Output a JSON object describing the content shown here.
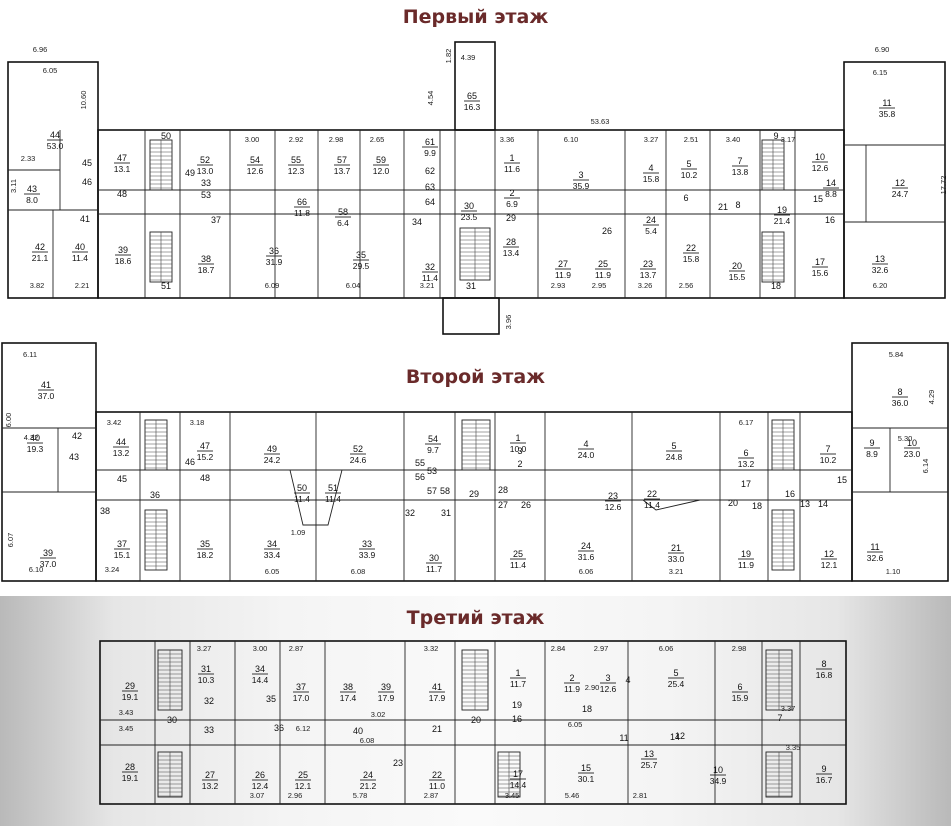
{
  "floor_titles": {
    "first": "Первый этаж",
    "second": "Второй этаж",
    "third": "Третий этаж"
  },
  "floors": [
    {
      "key": "first",
      "rooms": [
        {
          "id": "65",
          "area": "16.3"
        },
        {
          "id": "44",
          "area": "53.0"
        },
        {
          "id": "47",
          "area": "13.1"
        },
        {
          "id": "52",
          "area": "13.0"
        },
        {
          "id": "54",
          "area": "12.6"
        },
        {
          "id": "55",
          "area": "12.3"
        },
        {
          "id": "57",
          "area": "13.7"
        },
        {
          "id": "59",
          "area": "12.0"
        },
        {
          "id": "61",
          "area": "9.9"
        },
        {
          "id": "1",
          "area": "11.6"
        },
        {
          "id": "3",
          "area": "35.9"
        },
        {
          "id": "4",
          "area": "15.8"
        },
        {
          "id": "5",
          "area": "10.2"
        },
        {
          "id": "7",
          "area": "13.8"
        },
        {
          "id": "10",
          "area": "12.6"
        },
        {
          "id": "11",
          "area": "35.8"
        },
        {
          "id": "12",
          "area": "24.7"
        },
        {
          "id": "42",
          "area": "21.1"
        },
        {
          "id": "40",
          "area": "11.4"
        },
        {
          "id": "39",
          "area": "18.6"
        },
        {
          "id": "38",
          "area": "18.7"
        },
        {
          "id": "36",
          "area": "31.9"
        },
        {
          "id": "35",
          "area": "29.5"
        },
        {
          "id": "32",
          "area": "11.4"
        },
        {
          "id": "30",
          "area": "23.5"
        },
        {
          "id": "28",
          "area": "13.4"
        },
        {
          "id": "27",
          "area": "11.9"
        },
        {
          "id": "25",
          "area": "11.9"
        },
        {
          "id": "23",
          "area": "13.7"
        },
        {
          "id": "22",
          "area": "15.8"
        },
        {
          "id": "20",
          "area": "15.5"
        },
        {
          "id": "17",
          "area": "15.6"
        },
        {
          "id": "13",
          "area": "32.6"
        },
        {
          "id": "66",
          "area": "11.8"
        },
        {
          "id": "19",
          "area": "21.4"
        },
        {
          "id": "43",
          "area": "8.0"
        },
        {
          "id": "58",
          "area": "6.4"
        },
        {
          "id": "2",
          "area": "6.9"
        },
        {
          "id": "24",
          "area": "5.4"
        },
        {
          "id": "14",
          "area": "8.8"
        }
      ],
      "dims": [
        "6.96",
        "6.05",
        "10.60",
        "3.11",
        "2.33",
        "53.63",
        "6.90",
        "6.15",
        "17.72",
        "4.39",
        "4.54",
        "1.82",
        "3.82",
        "2.21",
        "6.09",
        "6.04",
        "3.21",
        "2.93",
        "2.95",
        "3.26",
        "2.56",
        "6.20",
        "3.96",
        "3.00",
        "2.92",
        "2.98",
        "2.65",
        "3.36",
        "6.10",
        "3.27",
        "2.51",
        "3.40",
        "3.17"
      ],
      "minor_labels": [
        "50",
        "51",
        "53",
        "37",
        "34",
        "64",
        "62",
        "63",
        "26",
        "8",
        "6",
        "9",
        "21",
        "18",
        "15",
        "16",
        "31",
        "45",
        "46",
        "49",
        "41",
        "29",
        "33",
        "48"
      ]
    },
    {
      "key": "second",
      "rooms": [
        {
          "id": "41",
          "area": "37.0"
        },
        {
          "id": "40",
          "area": "19.3"
        },
        {
          "id": "39",
          "area": "37.0"
        },
        {
          "id": "44",
          "area": "13.2"
        },
        {
          "id": "47",
          "area": "15.2"
        },
        {
          "id": "49",
          "area": "24.2"
        },
        {
          "id": "52",
          "area": "24.6"
        },
        {
          "id": "1",
          "area": "10.0"
        },
        {
          "id": "4",
          "area": "24.0"
        },
        {
          "id": "5",
          "area": "24.8"
        },
        {
          "id": "6",
          "area": "13.2"
        },
        {
          "id": "7",
          "area": "10.2"
        },
        {
          "id": "8",
          "area": "36.0"
        },
        {
          "id": "9",
          "area": "8.9"
        },
        {
          "id": "10",
          "area": "23.0"
        },
        {
          "id": "11",
          "area": "32.6"
        },
        {
          "id": "12",
          "area": "12.1"
        },
        {
          "id": "19",
          "area": "11.9"
        },
        {
          "id": "21",
          "area": "33.0"
        },
        {
          "id": "22",
          "area": "11.4"
        },
        {
          "id": "23",
          "area": "12.6"
        },
        {
          "id": "24",
          "area": "31.6"
        },
        {
          "id": "25",
          "area": "11.4"
        },
        {
          "id": "30",
          "area": "11.7"
        },
        {
          "id": "33",
          "area": "33.9"
        },
        {
          "id": "34",
          "area": "33.4"
        },
        {
          "id": "35",
          "area": "18.2"
        },
        {
          "id": "37",
          "area": "15.1"
        },
        {
          "id": "50",
          "area": "11.4"
        },
        {
          "id": "51",
          "area": "11.4"
        },
        {
          "id": "54",
          "area": "9.7"
        }
      ],
      "dims": [
        "6.11",
        "6.00",
        "4.32",
        "6.07",
        "6.10",
        "3.42",
        "3.24",
        "3.18",
        "6.05",
        "6.08",
        "6.06",
        "3.21",
        "6.17",
        "5.84",
        "4.29",
        "5.30",
        "6.14",
        "1.10",
        "1.09"
      ],
      "minor_labels": [
        "42",
        "43",
        "45",
        "36",
        "46",
        "48",
        "38",
        "53",
        "55",
        "56",
        "57",
        "58",
        "32",
        "31",
        "29",
        "28",
        "26",
        "27",
        "2",
        "3",
        "17",
        "20",
        "18",
        "16",
        "13",
        "14",
        "15"
      ]
    },
    {
      "key": "third",
      "rooms": [
        {
          "id": "29",
          "area": "19.1"
        },
        {
          "id": "28",
          "area": "19.1"
        },
        {
          "id": "31",
          "area": "10.3"
        },
        {
          "id": "34",
          "area": "14.4"
        },
        {
          "id": "37",
          "area": "17.0"
        },
        {
          "id": "38",
          "area": "17.4"
        },
        {
          "id": "39",
          "area": "17.9"
        },
        {
          "id": "41",
          "area": "17.9"
        },
        {
          "id": "1",
          "area": "11.7"
        },
        {
          "id": "2",
          "area": "11.9"
        },
        {
          "id": "3",
          "area": "12.6"
        },
        {
          "id": "5",
          "area": "25.4"
        },
        {
          "id": "6",
          "area": "15.9"
        },
        {
          "id": "8",
          "area": "16.8"
        },
        {
          "id": "9",
          "area": "16.7"
        },
        {
          "id": "10",
          "area": "34.9"
        },
        {
          "id": "13",
          "area": "25.7"
        },
        {
          "id": "15",
          "area": "30.1"
        },
        {
          "id": "17",
          "area": "14.4"
        },
        {
          "id": "22",
          "area": "11.0"
        },
        {
          "id": "24",
          "area": "21.2"
        },
        {
          "id": "25",
          "area": "12.1"
        },
        {
          "id": "26",
          "area": "12.4"
        },
        {
          "id": "27",
          "area": "13.2"
        }
      ],
      "dims": [
        "3.27",
        "3.00",
        "2.87",
        "3.32",
        "2.84",
        "2.97",
        "6.06",
        "2.98",
        "3.43",
        "3.45",
        "3.07",
        "2.96",
        "5.78",
        "2.87",
        "3.45",
        "5.46",
        "2.81",
        "3.37",
        "3.35",
        "6.12",
        "6.08",
        "6.05",
        "3.02",
        "2.90"
      ],
      "minor_labels": [
        "30",
        "32",
        "33",
        "35",
        "36",
        "40",
        "21",
        "20",
        "19",
        "16",
        "18",
        "14",
        "12",
        "11",
        "7",
        "4",
        "23"
      ]
    }
  ]
}
